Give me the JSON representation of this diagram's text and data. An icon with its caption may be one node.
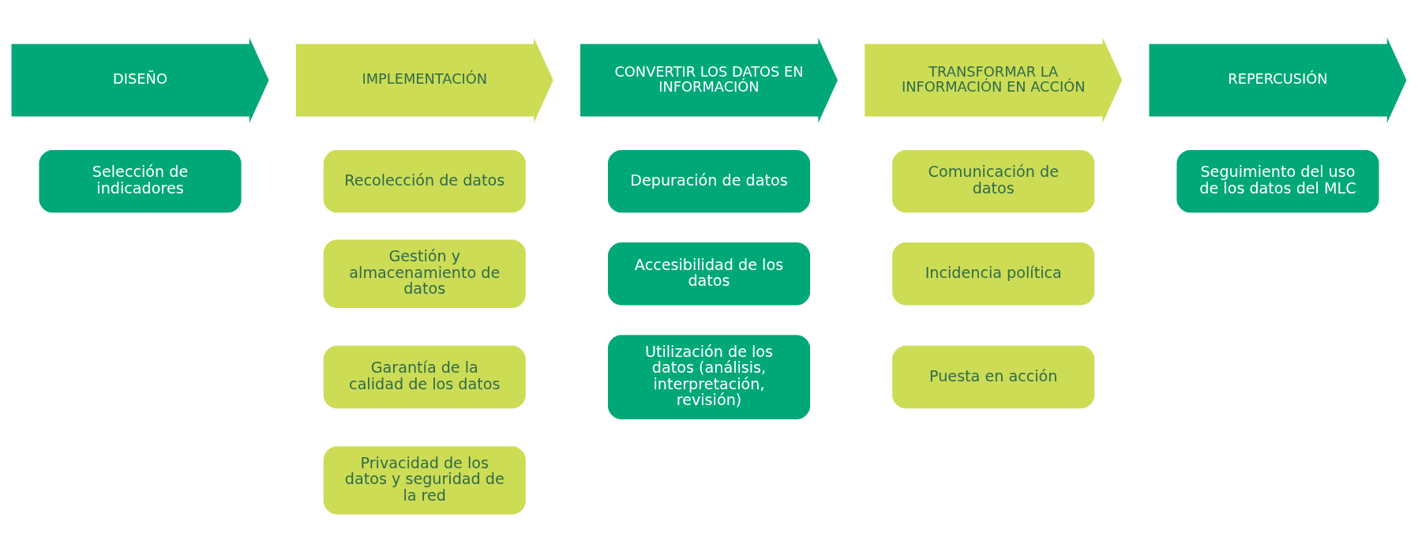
{
  "diagram": {
    "nodes": [
      {
        "text": [
          "DISEÑO"
        ]
      },
      {
        "text": [
          "IMPLEMENTACIÓN"
        ]
      },
      {
        "text": [
          "CONVERTIR LOS DATOS EN INFORMACIÓN"
        ]
      },
      {
        "text": [
          "TRANSFORMAR LA INFORMACIÓN EN ACCIÓN"
        ]
      },
      {
        "text": [
          "REPERCUSIÓN"
        ]
      },
      {
        "text": [
          "Selección de indicadores"
        ]
      },
      {
        "text": [
          "Recolección de datos"
        ]
      },
      {
        "text": [
          "Gestión y almacenamiento de datos"
        ]
      },
      {
        "text": [
          "Garantía de la calidad de los datos"
        ]
      },
      {
        "text": [
          "Privacidad de los datos y seguridad de la red"
        ]
      },
      {
        "text": [
          "Depuración de datos"
        ]
      },
      {
        "text": [
          "Accesibilidad de los datos"
        ]
      },
      {
        "text": [
          "Utilización de los datos (análisis, interpretación, revisión)"
        ]
      },
      {
        "text": [
          "Comunicación de datos"
        ]
      },
      {
        "text": [
          "Incidencia política"
        ]
      },
      {
        "text": [
          "Puesta en acción"
        ]
      },
      {
        "text": [
          "Seguimiento del uso de los datos del MLC"
        ]
      }
    ]
  }
}
